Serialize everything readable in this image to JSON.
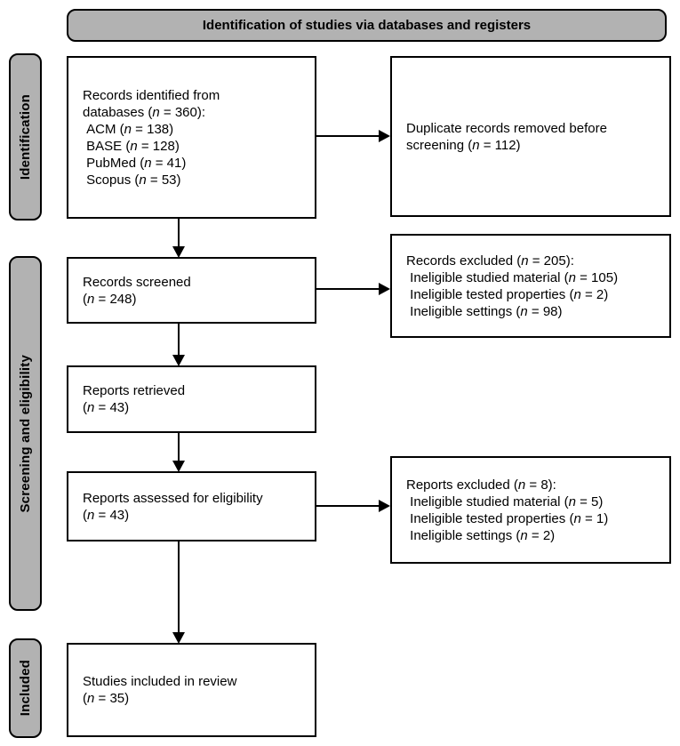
{
  "header": {
    "title": "Identification of studies via databases and registers"
  },
  "stages": [
    {
      "label": "Identification"
    },
    {
      "label": "Screening and eligibility"
    },
    {
      "label": "Included"
    }
  ],
  "boxes": {
    "records_identified": {
      "lines": [
        "Records identified from",
        "databases (n = 360):",
        " ACM (n = 138)",
        " BASE (n = 128)",
        " PubMed (n = 41)",
        " Scopus (n = 53)"
      ]
    },
    "duplicates_removed": {
      "lines": [
        "Duplicate records removed before",
        "screening (n = 112)"
      ]
    },
    "records_screened": {
      "lines": [
        "Records screened",
        "(n = 248)"
      ]
    },
    "records_excluded": {
      "lines": [
        "Records excluded (n = 205):",
        " Ineligible studied material (n = 105)",
        " Ineligible tested properties (n = 2)",
        " Ineligible settings (n = 98)"
      ]
    },
    "reports_retrieved": {
      "lines": [
        "Reports retrieved",
        "(n = 43)"
      ]
    },
    "reports_assessed": {
      "lines": [
        "Reports assessed for eligibility",
        "(n = 43)"
      ]
    },
    "reports_excluded": {
      "lines": [
        "Reports excluded (n = 8):",
        " Ineligible studied material (n = 5)",
        " Ineligible tested properties (n = 1)",
        " Ineligible settings (n = 2)"
      ]
    },
    "studies_included": {
      "lines": [
        "Studies included in review",
        "(n = 35)"
      ]
    }
  },
  "colors": {
    "stage_fill": "#b2b2b2",
    "box_fill": "#ffffff",
    "border": "#000000",
    "arrow": "#000000"
  }
}
